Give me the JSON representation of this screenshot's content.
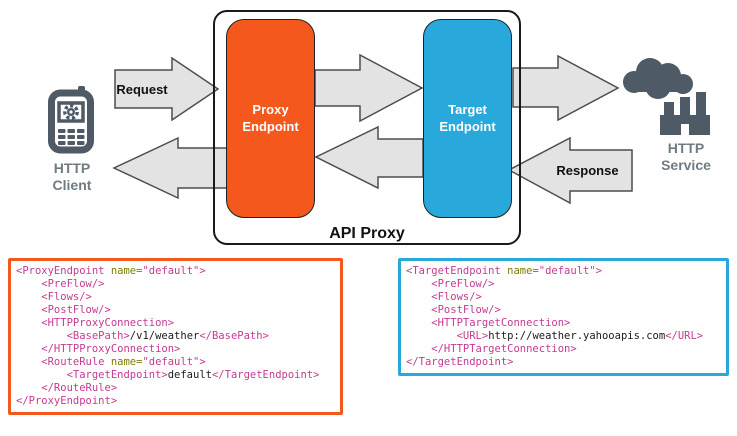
{
  "diagram": {
    "container_label": "API Proxy",
    "proxy_box_label": "Proxy Endpoint",
    "target_box_label": "Target Endpoint",
    "request_arrow_label": "Request",
    "response_arrow_label": "Response",
    "client_label": "HTTP Client",
    "service_label": "HTTP Service",
    "colors": {
      "proxy_orange": "#F4581C",
      "target_blue": "#29A8DC",
      "arrow_fill": "#E3E3E3",
      "arrow_stroke": "#4D4D4D",
      "icon_gray": "#4E5A65",
      "label_gray": "#6F7B82",
      "xml_tag_magenta": "#C53A92",
      "xml_attr_olive": "#7F7C00",
      "xml_text_black": "#1A1A1A"
    }
  },
  "code_blocks": [
    {
      "id": "proxy-endpoint-xml",
      "border_color": "#F4581C",
      "lines": [
        [
          {
            "c": "tag",
            "t": "<ProxyEndpoint "
          },
          {
            "c": "attr",
            "t": "name="
          },
          {
            "c": "tag",
            "t": "\"default\">"
          }
        ],
        [
          {
            "c": "tag",
            "t": "    <PreFlow/>"
          }
        ],
        [
          {
            "c": "tag",
            "t": "    <Flows/>"
          }
        ],
        [
          {
            "c": "tag",
            "t": "    <PostFlow/>"
          }
        ],
        [
          {
            "c": "tag",
            "t": "    <HTTPProxyConnection>"
          }
        ],
        [
          {
            "c": "tag",
            "t": "        <BasePath>"
          },
          {
            "c": "text",
            "t": "/v1/weather"
          },
          {
            "c": "tag",
            "t": "</BasePath>"
          }
        ],
        [
          {
            "c": "tag",
            "t": "    </HTTPProxyConnection>"
          }
        ],
        [
          {
            "c": "tag",
            "t": "    <RouteRule "
          },
          {
            "c": "attr",
            "t": "name="
          },
          {
            "c": "tag",
            "t": "\"default\">"
          }
        ],
        [
          {
            "c": "tag",
            "t": "        <TargetEndpoint>"
          },
          {
            "c": "text",
            "t": "default"
          },
          {
            "c": "tag",
            "t": "</TargetEndpoint>"
          }
        ],
        [
          {
            "c": "tag",
            "t": "    </RouteRule>"
          }
        ],
        [
          {
            "c": "tag",
            "t": "</ProxyEndpoint>"
          }
        ]
      ]
    },
    {
      "id": "target-endpoint-xml",
      "border_color": "#29A8DC",
      "lines": [
        [
          {
            "c": "tag",
            "t": "<TargetEndpoint "
          },
          {
            "c": "attr",
            "t": "name="
          },
          {
            "c": "tag",
            "t": "\"default\">"
          }
        ],
        [
          {
            "c": "tag",
            "t": "    <PreFlow/>"
          }
        ],
        [
          {
            "c": "tag",
            "t": "    <Flows/>"
          }
        ],
        [
          {
            "c": "tag",
            "t": "    <PostFlow/>"
          }
        ],
        [
          {
            "c": "tag",
            "t": "    <HTTPTargetConnection>"
          }
        ],
        [
          {
            "c": "tag",
            "t": "        <URL>"
          },
          {
            "c": "text",
            "t": "http://weather.yahooapis.com"
          },
          {
            "c": "tag",
            "t": "</URL>"
          }
        ],
        [
          {
            "c": "tag",
            "t": "    </HTTPTargetConnection>"
          }
        ],
        [
          {
            "c": "tag",
            "t": "</TargetEndpoint>"
          }
        ]
      ]
    }
  ]
}
